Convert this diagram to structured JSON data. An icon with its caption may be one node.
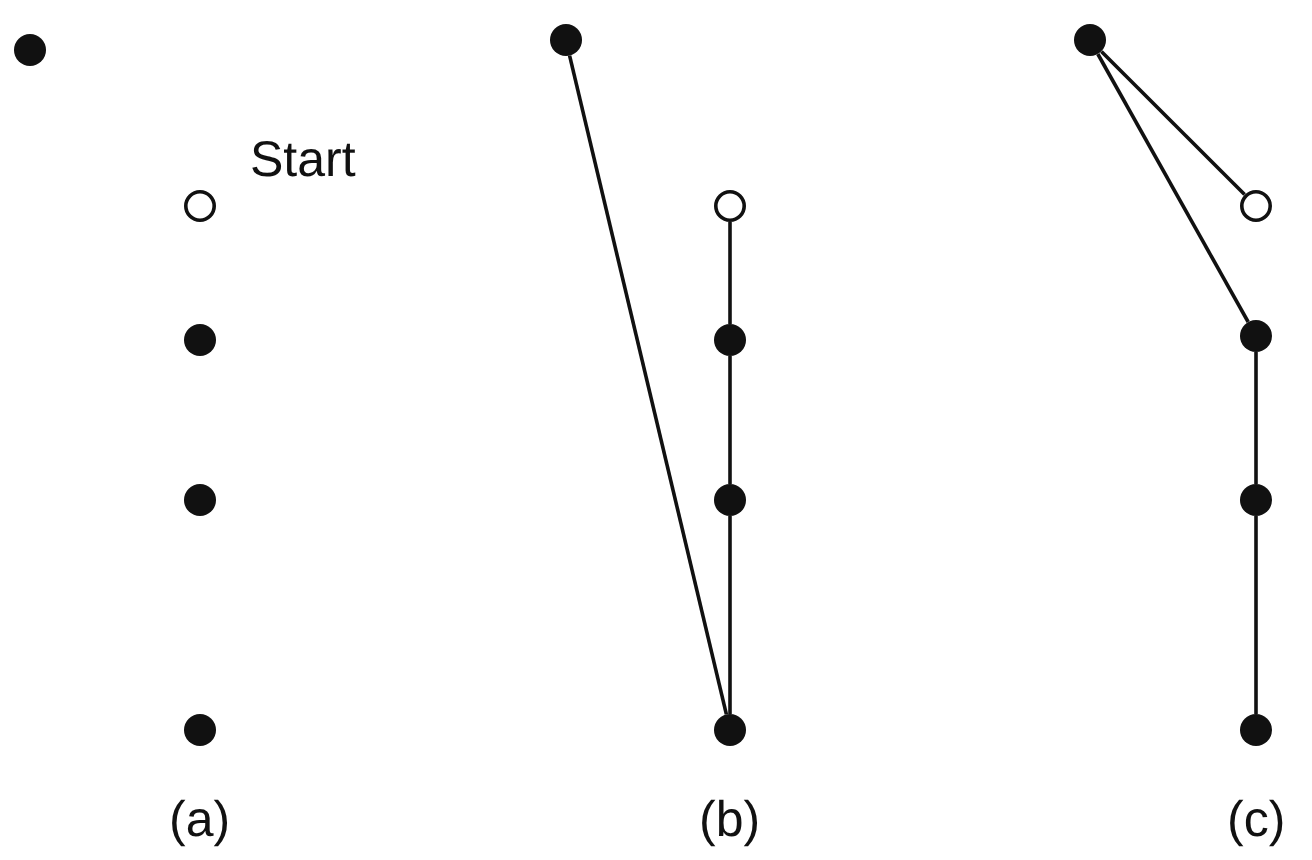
{
  "diagram": {
    "nodes": [
      {
        "text": [],
        "shape": "dot"
      },
      {
        "text": [],
        "shape": "circle"
      },
      {
        "text": [],
        "shape": "dot"
      },
      {
        "text": [],
        "shape": "dot"
      },
      {
        "text": [],
        "shape": "dot"
      },
      {
        "text": [],
        "shape": "dot"
      },
      {
        "text": [],
        "shape": "circle"
      },
      {
        "text": [],
        "shape": "dot"
      },
      {
        "text": [],
        "shape": "dot"
      },
      {
        "text": [],
        "shape": "dot"
      },
      {
        "text": [],
        "shape": "dot"
      },
      {
        "text": [],
        "shape": "circle"
      },
      {
        "text": [],
        "shape": "dot"
      },
      {
        "text": [],
        "shape": "dot"
      },
      {
        "text": [],
        "shape": "dot"
      }
    ],
    "edges": [
      {
        "from": 5,
        "to": 9,
        "arrow": "none"
      },
      {
        "from": 6,
        "to": 7,
        "arrow": "none"
      },
      {
        "from": 7,
        "to": 8,
        "arrow": "none"
      },
      {
        "from": 8,
        "to": 9,
        "arrow": "none"
      },
      {
        "from": 10,
        "to": 11,
        "arrow": "none"
      },
      {
        "from": 10,
        "to": 12,
        "arrow": "none"
      },
      {
        "from": 12,
        "to": 13,
        "arrow": "none"
      },
      {
        "from": 13,
        "to": 14,
        "arrow": "none"
      }
    ],
    "labels": [
      "Start",
      "(a)",
      "(b)",
      "(c)"
    ]
  }
}
